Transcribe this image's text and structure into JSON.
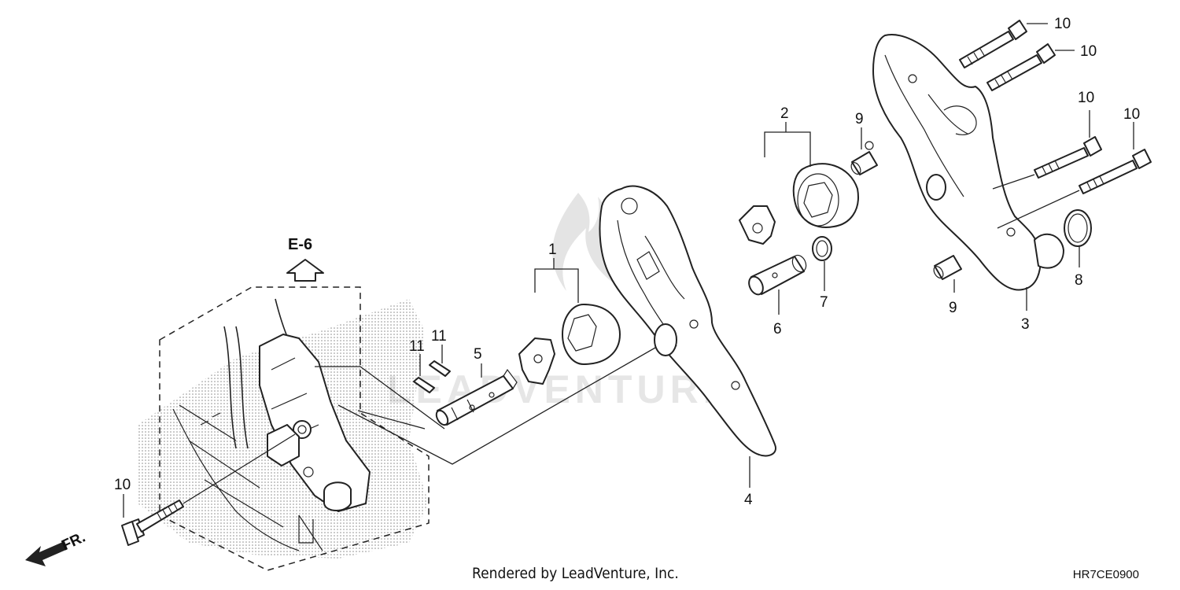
{
  "diagram": {
    "reference": {
      "label": "E-6"
    },
    "front_indicator": {
      "label": "FR."
    },
    "parts": [
      {
        "id": "callout-1",
        "label": "1"
      },
      {
        "id": "callout-2",
        "label": "2"
      },
      {
        "id": "callout-3",
        "label": "3"
      },
      {
        "id": "callout-4",
        "label": "4"
      },
      {
        "id": "callout-5",
        "label": "5"
      },
      {
        "id": "callout-6",
        "label": "6"
      },
      {
        "id": "callout-7",
        "label": "7"
      },
      {
        "id": "callout-8",
        "label": "8"
      },
      {
        "id": "callout-9a",
        "label": "9"
      },
      {
        "id": "callout-9b",
        "label": "9"
      },
      {
        "id": "callout-10a",
        "label": "10"
      },
      {
        "id": "callout-10b",
        "label": "10"
      },
      {
        "id": "callout-10c",
        "label": "10"
      },
      {
        "id": "callout-10d",
        "label": "10"
      },
      {
        "id": "callout-10e",
        "label": "10"
      },
      {
        "id": "callout-11a",
        "label": "11"
      },
      {
        "id": "callout-11b",
        "label": "11"
      }
    ],
    "watermark": {
      "text": "LEADVENTURE"
    }
  },
  "footer": {
    "credit": "Rendered by LeadVenture, Inc.",
    "code": "HR7CE0900"
  },
  "colors": {
    "ink": "#222222",
    "watermark": "#e4e4e4",
    "background": "#ffffff"
  }
}
